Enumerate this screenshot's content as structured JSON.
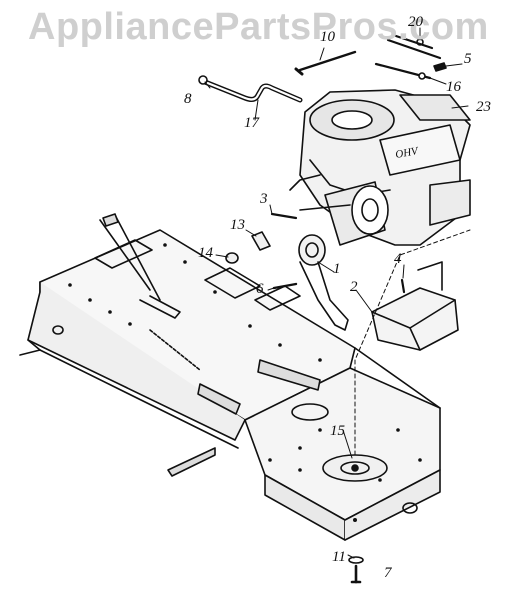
{
  "watermark": "AppliancePartsPros.com",
  "engine_badge": "OHV",
  "callouts": [
    "20",
    "10",
    "5",
    "16",
    "23",
    "8",
    "17",
    "3",
    "13",
    "14",
    "6",
    "1",
    "4",
    "2",
    "15",
    "11",
    "7"
  ]
}
